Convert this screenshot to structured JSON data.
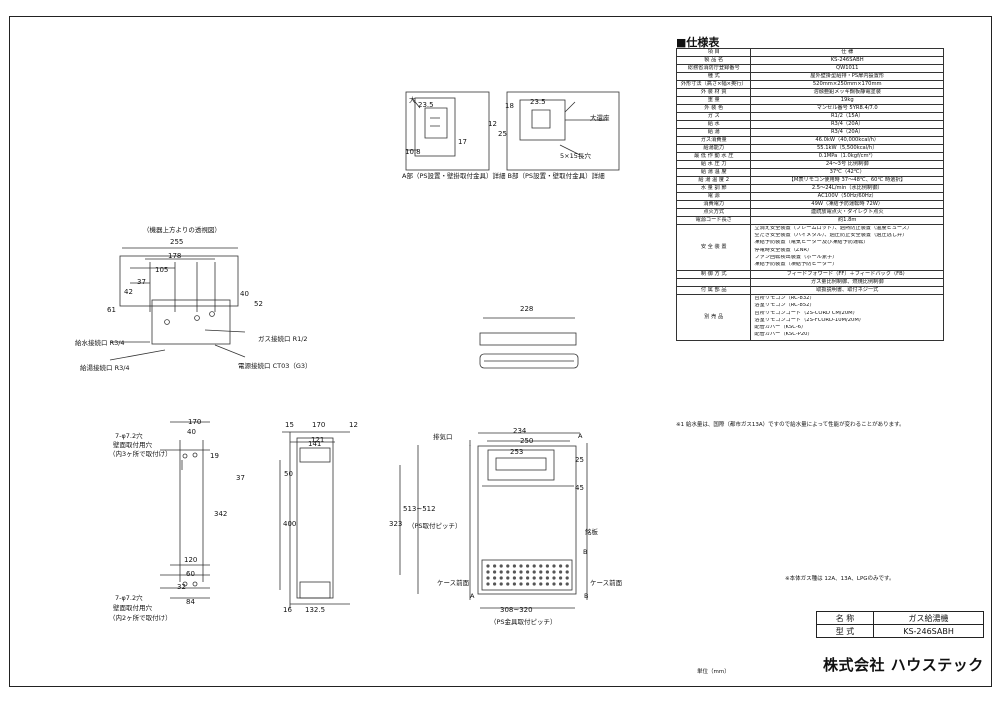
{
  "spec_table": {
    "heading": "■仕様表",
    "rows": [
      {
        "label": "項 目",
        "value": "仕 様"
      },
      {
        "label": "製 品 名",
        "value": "KS-246SABH"
      },
      {
        "label": "総務省消防庁登録番号",
        "value": "QW1011"
      },
      {
        "label": "種 式",
        "value": "屋外壁掛型給排・PS扉内設置形"
      },
      {
        "label": "外形寸法（高さ×幅×奥行）",
        "value": "520mm×250mm×170mm"
      },
      {
        "label": "外 装 材 質",
        "value": "溶融亜鉛メッキ鋼板静電塗装"
      },
      {
        "label": "重 量",
        "value": "19kg"
      },
      {
        "label": "外 装 色",
        "value": "マンセル番号 5YR8.4/7.0"
      },
      {
        "label": "ガ ス",
        "value": "R1/2（15A）"
      },
      {
        "label": "給 水",
        "value": "R3/4（20A）"
      },
      {
        "label": "給 湯",
        "value": "R3/4（20A）"
      },
      {
        "label": "ガス消費量",
        "value": "46.0kW（40,000kcal/h）"
      },
      {
        "label": "給湯能力",
        "value": "55.1kW（5,500kcal/h）"
      },
      {
        "label": "最 低 作 動 水 圧",
        "value": "0.1MPa（1.0kgf/cm²）"
      },
      {
        "label": "給 水 圧 力",
        "value": "24～3号 比例制御"
      },
      {
        "label": "給 湯 温 度",
        "value": "37℃（42℃）"
      },
      {
        "label": "給 湯 温 度 2",
        "value": "【M表リモコン使用時 37～48℃、60℃ 時選択】"
      },
      {
        "label": "水 量 調 節",
        "value": "2.5～24L/min（水比例制御）"
      },
      {
        "label": "電 源",
        "value": "AC100V（50Hz/60Hz）"
      },
      {
        "label": "消費電力",
        "value": "49W（凍結予防運転時 72W）"
      },
      {
        "label": "点火方式",
        "value": "連続放電点火・ダイレクト点火"
      },
      {
        "label": "電源コード長さ",
        "value": "約1.8m"
      }
    ],
    "safety": {
      "label": "安 全 装 置",
      "items": [
        "立消え安全装置（フレームロッド）、過熱防止装置（温度ヒューズ）",
        "空だき安全装置（バイメタル）、過圧防止安全装置（過圧逃し弁）",
        "凍結予防装置（電気ヒーター及び凍結予防運転）",
        "停電時安全装置（ZNR）",
        "ファン回転検出装置（ホール素子）",
        "凍結予防装置（凍結予防ヒーター）"
      ]
    },
    "control": {
      "label": "制 御 方 式",
      "value": "フィードフォワード（FF）＋フィードバック（FB）"
    },
    "control2": {
      "value": "ガス量比例制御、燃焼比例制御"
    },
    "accessory": {
      "label": "付 属 部 品",
      "value": "取扱説明書、取付ネジ一式"
    },
    "options": {
      "label": "別 売 品",
      "items": [
        "台所リモコン（RC-832）",
        "浴室リモコン（RC-852）",
        "台所リモコンコード（2S-CORD CM/20M）",
        "浴室リモコンコード（2S-FCORD-10M/20M）",
        "配管カバー（KSC-6）",
        "配管カバー（KSC-P20）"
      ]
    },
    "footnote": "※1 給水量は、国際（都市ガス13A）ですので給水量によって性能が変わることがあります。"
  },
  "title_block": {
    "name_label": "名 称",
    "name_value": "ガス給湯機",
    "model_label": "型 式",
    "model_value": "KS-246SABH",
    "company": "株式会社 ハウステック",
    "unit": "単位（mm）"
  },
  "gas_note": "※本体ガス種は 12A、13A、LPGのみです。",
  "drawings": {
    "top_view": {
      "caption": "（機器上方よりの透視図）",
      "dims": [
        "255",
        "178",
        "105",
        "37",
        "61",
        "42",
        "40",
        "52"
      ],
      "labels": [
        "給水接続口 R3/4",
        "給湯接続口 R3/4",
        "ガス接続口 R1/2",
        "電源接続口 CT03（G3）"
      ]
    },
    "detail": {
      "caption": "A部（PS設置・壁掛取付金具）詳細 B部（PS設置・壁取付金具）詳細",
      "dims": [
        "23.5",
        "10.8",
        "17",
        "12",
        "25",
        "23.5",
        "18"
      ],
      "labels": [
        "5×15長穴",
        "大",
        "大還座"
      ]
    },
    "plan_view": {
      "dims": [
        "228"
      ]
    },
    "side_view": {
      "dims": [
        "170",
        "40",
        "19",
        "342",
        "120",
        "60",
        "32",
        "84",
        "37",
        "15",
        "121",
        "12",
        "170",
        "141",
        "400",
        "50",
        "16",
        "132.5"
      ],
      "labels": [
        "7-φ7.2穴",
        "壁面取付用穴",
        "（内3ヶ所で取付け）",
        "7-φ7.2穴",
        "壁面取付用穴",
        "（内2ヶ所で取付け）"
      ]
    },
    "front_view": {
      "dims": [
        "250",
        "234",
        "253",
        "25",
        "45",
        "323",
        "513~512",
        "（PS取付ピッチ）",
        "308~320",
        "（PS金具取付ピッチ）"
      ],
      "labels": [
        "排気口",
        "A",
        "B",
        "銘板",
        "ケース前面",
        "ケース前面",
        "A",
        "B"
      ]
    }
  }
}
